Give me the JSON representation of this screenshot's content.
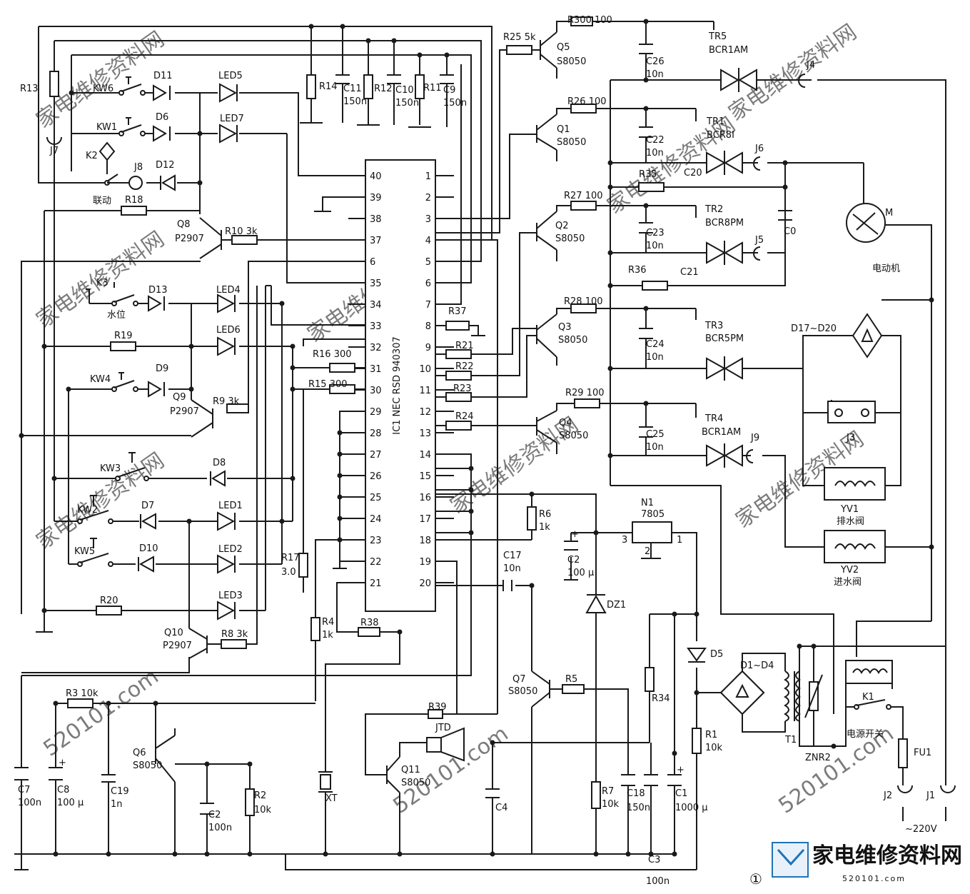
{
  "ic": {
    "label": "IC1 NEC RSD 940307",
    "left_pins": [
      "40",
      "39",
      "38",
      "37",
      "6",
      "35",
      "34",
      "33",
      "32",
      "31",
      "30",
      "29",
      "28",
      "27",
      "26",
      "25",
      "24",
      "23",
      "22",
      "21"
    ],
    "right_pins": [
      "1",
      "2",
      "3",
      "4",
      "5",
      "6",
      "7",
      "8",
      "9",
      "10",
      "11",
      "12",
      "13",
      "14",
      "15",
      "16",
      "17",
      "18",
      "19",
      "20"
    ]
  },
  "labels": {
    "R13": "R13",
    "J7": "J7",
    "KW6": "KW6",
    "D11": "D11",
    "LED5": "LED5",
    "KW1": "KW1",
    "D6": "D6",
    "LED7": "LED7",
    "K2": "K2",
    "J8": "J8",
    "D12": "D12",
    "liandong": "联动",
    "R18": "R18",
    "Q8": "Q8",
    "P2907_8": "P2907",
    "R10": "R10  3k",
    "R14": "R14",
    "C11": "C11",
    "C11v": "150n",
    "R12": "R12",
    "C10": "C10",
    "C10v": "150n",
    "R11": "R11",
    "C9": "C9",
    "C9v": "150n",
    "K3": "K3",
    "shuiwei": "水位",
    "D13": "D13",
    "LED4": "LED4",
    "R19": "R19",
    "LED6": "LED6",
    "KW4": "KW4",
    "D9": "D9",
    "Q9": "Q9",
    "P2907_9": "P2907",
    "R9": "R9  3k",
    "R16": "R16  300",
    "R15": "R15  300",
    "KW3": "KW3",
    "D8": "D8",
    "KW2": "KW2",
    "D7": "D7",
    "LED1": "LED1",
    "KW5": "KW5",
    "D10": "D10",
    "LED2": "LED2",
    "R17": "R17",
    "R17v": "3.0",
    "R20": "R20",
    "LED3": "LED3",
    "Q10": "Q10",
    "P2907_10": "P2907",
    "R8": "R8  3k",
    "R4": "R4",
    "R4v": "1k",
    "R38": "R38",
    "R37": "R37",
    "R21": "R21",
    "R22": "R22",
    "R23": "R23",
    "R24": "R24",
    "R25": "R25  5k",
    "Q5": "Q5",
    "S8050_5": "S8050",
    "R300": "R300  100",
    "C26": "C26",
    "C26v": "10n",
    "TR5": "TR5",
    "BCR1AM_5": "BCR1AM",
    "J4": "J4",
    "R26": "R26  100",
    "Q1": "Q1",
    "S8050_1": "S8050",
    "C22": "C22",
    "C22v": "10n",
    "TR1": "TR1",
    "BCR8I": "BCR8I",
    "J6": "J6",
    "R35": "R35",
    "C20": "C20",
    "R27": "R27  100",
    "Q2": "Q2",
    "S8050_2": "S8050",
    "C23": "C23",
    "C23v": "10n",
    "TR2": "TR2",
    "BCR8PM_2": "BCR8PM",
    "J5": "J5",
    "C0": "C0",
    "R36": "R36",
    "C21": "C21",
    "M": "M",
    "motor": "电动机",
    "R28": "R28  100",
    "Q3": "Q3",
    "S8050_3": "S8050",
    "C24": "C24",
    "C24v": "10n",
    "TR3": "TR3",
    "BCR5PM": "BCR5PM",
    "D17D20": "D17~D20",
    "R29": "R29  100",
    "Q4": "Q4",
    "S8050_4": "S8050",
    "C25": "C25",
    "C25v": "10n",
    "TR4": "TR4",
    "BCR1AM_4": "BCR1AM",
    "J9": "J9",
    "J3": "J3",
    "YV1": "YV1",
    "drain": "排水阀",
    "YV2": "YV2",
    "inlet": "进水阀",
    "N1": "N1",
    "7805": "7805",
    "n3": "3",
    "n2": "2",
    "n1": "1",
    "R6": "R6",
    "R6v": "1k",
    "C2a": "C2",
    "C2av": "100 μ",
    "C17": "C17",
    "C17v": "10n",
    "DZ1": "DZ1",
    "D5": "D5",
    "D1D4": "D1~D4",
    "R34": "R34",
    "R1": "R1",
    "R1v": "10k",
    "T1": "T1",
    "ZNR2": "ZNR2",
    "K1": "K1",
    "power_switch": "电源开关",
    "FU1": "FU1",
    "J2": "J2",
    "J1": "J1",
    "ac": "~220V",
    "Q7": "Q7",
    "S8050_7": "S8050",
    "R5": "R5",
    "R39": "R39",
    "JTD": "JTD",
    "Q11": "Q11",
    "S8050_11": "S8050",
    "C4": "C4",
    "R7": "R7",
    "R7v": "10k",
    "C18": "C18",
    "C18v": "150n",
    "C1": "C1",
    "C1v": "1000 μ",
    "C3": "C3",
    "C3v": "100n",
    "C7": "C7",
    "C7v": "100n",
    "R3": "R3  10k",
    "C8": "C8",
    "C8v": "100 μ",
    "C19": "C19",
    "C19v": "1n",
    "Q6": "Q6",
    "S8050_6": "S8050",
    "C2b": "C2",
    "C2bv": "100n",
    "R2": "R2",
    "R2v": "10k",
    "XT": "XT",
    "circ": "①"
  },
  "watermark": {
    "site": "家电维修资料网",
    "url": "520101.com"
  },
  "logo": {
    "text": "家电维修资料网",
    "url": "520101.com"
  }
}
